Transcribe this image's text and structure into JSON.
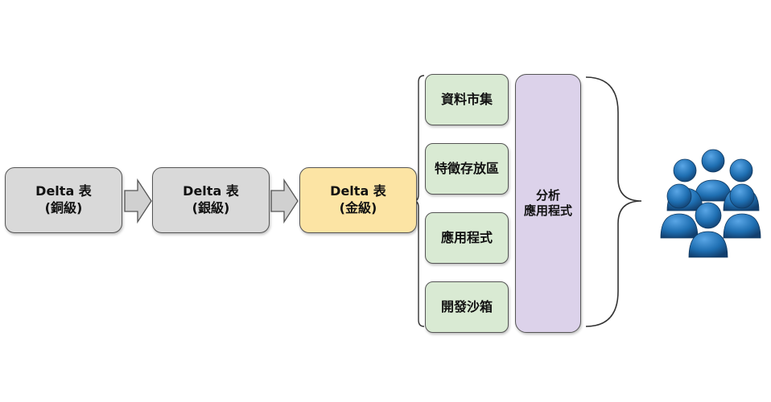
{
  "medallion": {
    "bronze": {
      "line1": "Delta 表",
      "line2": "(銅級)"
    },
    "silver": {
      "line1": "Delta 表",
      "line2": "(銀級)"
    },
    "gold": {
      "line1": "Delta 表",
      "line2": "(金級)"
    }
  },
  "consumers": [
    "資料市集",
    "特徵存放區",
    "應用程式",
    "開發沙箱"
  ],
  "analytics": {
    "line1": "分析",
    "line2": "應用程式"
  },
  "icons": {
    "arrow": "right-arrow-icon",
    "users": "user-group-icon"
  },
  "colors": {
    "bronze_silver_fill": "#d9d9d9",
    "gold_fill": "#fce4a4",
    "consumer_fill": "#d9ead3",
    "analytics_fill": "#dcd2ea",
    "user_icon": "#1f6fb2"
  }
}
